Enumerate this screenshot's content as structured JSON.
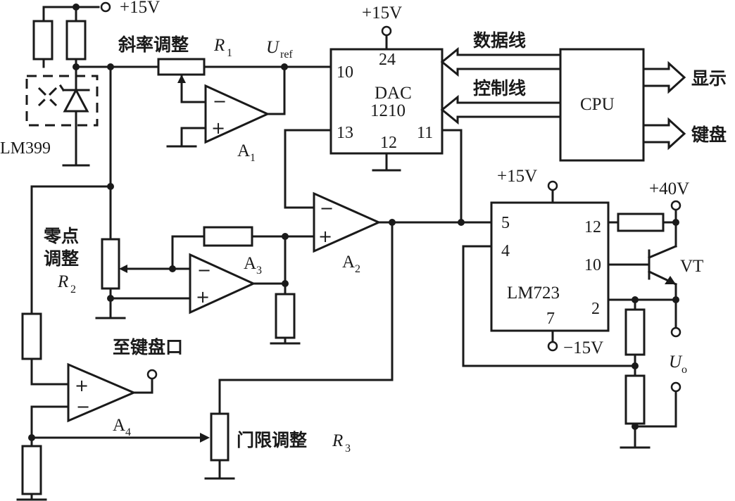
{
  "supply": {
    "top_left": "+15V",
    "dac_vcc": "+15V",
    "lm723_vcc": "+15V",
    "lm723_vee": "−15V",
    "collector": "+40V"
  },
  "labels": {
    "slope_adjust": "斜率调整",
    "R1_letter": "R",
    "R1_sub": "1",
    "uref_letter": "U",
    "uref_sub": "ref",
    "lm399": "LM399",
    "zero_line1": "零点",
    "zero_line2": "调整",
    "R2_letter": "R",
    "R2_sub": "2",
    "to_keyboard_port": "至键盘口",
    "threshold_adjust": "门限调整",
    "R3_letter": "R",
    "R3_sub": "3",
    "data_line": "数据线",
    "control_line": "控制线",
    "display": "显示",
    "keyboard": "键盘",
    "vt": "VT",
    "uo_letter": "U",
    "uo_sub": "o"
  },
  "amplifiers": [
    {
      "name_letter": "A",
      "name_sub": "1",
      "minus": "−",
      "plus": "+"
    },
    {
      "name_letter": "A",
      "name_sub": "2",
      "minus": "−",
      "plus": "+"
    },
    {
      "name_letter": "A",
      "name_sub": "3",
      "minus": "−",
      "plus": "+"
    },
    {
      "name_letter": "A",
      "name_sub": "4",
      "minus": "−",
      "plus": "+"
    }
  ],
  "dac": {
    "line1": "DAC",
    "line2": "1210",
    "pins": {
      "p24": "24",
      "p10": "10",
      "p13": "13",
      "p12": "12",
      "p11": "11"
    }
  },
  "cpu": {
    "label": "CPU"
  },
  "lm723": {
    "label": "LM723",
    "pins": {
      "p5": "5",
      "p4": "4",
      "p12": "12",
      "p10": "10",
      "p2": "2",
      "p7": "7"
    }
  }
}
